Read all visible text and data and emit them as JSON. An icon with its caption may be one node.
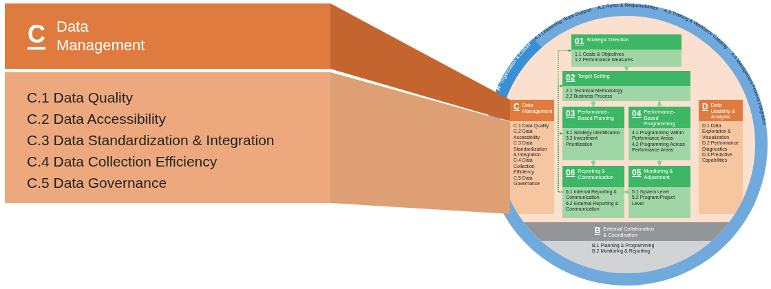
{
  "diagram": {
    "nodes": [
      {
        "text": [
          "C",
          "Data Management"
        ]
      },
      {
        "text": [
          "C.1 Data Quality",
          "C.2 Data Accessibility",
          "C.3 Data Standardization & Integration",
          "C.4 Data Collection Efficiency",
          "C.5 Data Governance"
        ]
      },
      {
        "text": [
          "A",
          "Organization & Culture",
          "A.1 Leadership Team Support",
          "A.2 Roles & Responsibilities",
          "A.3 Training & Workforce Capacity",
          "A.4 Management Process Integration"
        ]
      },
      {
        "text": [
          "01",
          "Strategic Direction",
          "1.1 Goals & Objectives",
          "1.2 Performance Measures"
        ],
        "in": 2
      },
      {
        "text": [
          "02",
          "Target Setting",
          "2.1 Technical Methodology",
          "2.2 Business Process"
        ],
        "in": 2
      },
      {
        "text": [
          "03",
          "Performance-Based Planning",
          "3.1 Strategy Identification",
          "3.2 Investment Prioritization"
        ],
        "in": 2
      },
      {
        "text": [
          "04",
          "Performance-Based Programming",
          "4.1 Programming Within Performance Areas",
          "4.2 Programming Across Performance Areas"
        ],
        "in": 2
      },
      {
        "text": [
          "05",
          "Monitoring & Adjustment",
          "5.1 System Level",
          "5.2 Program/Project Level"
        ],
        "in": 2
      },
      {
        "text": [
          "06",
          "Reporting & Communication",
          "6.1 Internal Reporting & Communication",
          "6.2 External Reporting & Communication"
        ],
        "in": 2
      },
      {
        "text": [
          "C",
          "Data Management",
          "C.1 Data Quality",
          "C.2 Data Accessibility",
          "C.3 Data Standardization & Integration",
          "C.4 Data Collection Efficiency",
          "C.5 Data Governance"
        ],
        "in": 2
      },
      {
        "text": [
          "D",
          "Data Usability & Analysis",
          "D.1 Data Exploration & Visualization",
          "D.2 Performance Diagnostics",
          "D.3 Predictive Capabilities"
        ],
        "in": 2
      },
      {
        "text": [
          "B",
          "External Collaboration & Coordination",
          "B.1 Planning & Programming",
          "B.2 Monitoring & Reporting"
        ],
        "in": 2
      }
    ],
    "edges": [
      {
        "from": 3,
        "to": 4,
        "arrow": "to"
      },
      {
        "from": 4,
        "to": 5,
        "arrow": "to"
      },
      {
        "from": 6,
        "to": 4,
        "arrow": "to"
      },
      {
        "from": 6,
        "to": 7,
        "arrow": "to"
      },
      {
        "from": 7,
        "to": 8,
        "arrow": "to"
      },
      {
        "from": 5,
        "to": 8,
        "arrow": "to"
      },
      {
        "from": 8,
        "to": 3,
        "arrow": "to",
        "style": "dashed",
        "color": "#3cb54a"
      },
      {
        "from": 8,
        "to": 4,
        "arrow": "to",
        "style": "dashed",
        "color": "#3cb54a"
      },
      {
        "from": 8,
        "to": 5,
        "arrow": "to",
        "style": "dashed",
        "color": "#3cb54a"
      },
      {
        "from": 9,
        "to": 0,
        "arrow": "none"
      },
      {
        "from": 9,
        "to": 1,
        "arrow": "none"
      }
    ]
  }
}
